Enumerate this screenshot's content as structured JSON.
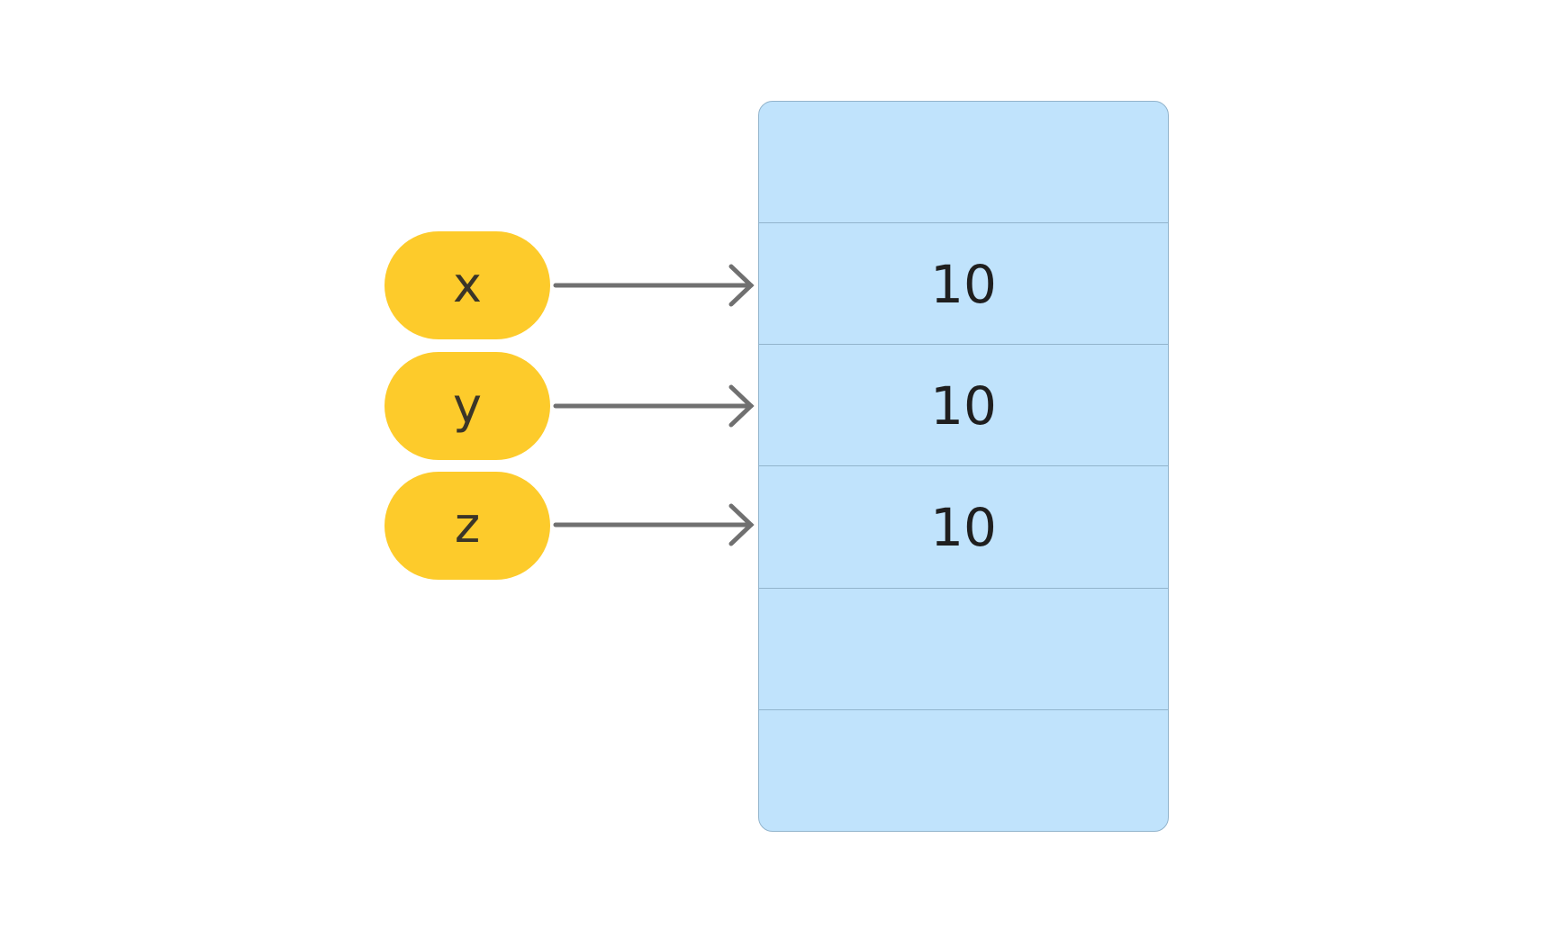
{
  "variables": [
    {
      "name": "x",
      "points_to_cell": 2
    },
    {
      "name": "y",
      "points_to_cell": 3
    },
    {
      "name": "z",
      "points_to_cell": 4
    }
  ],
  "memory_cells": [
    "",
    "10",
    "10",
    "10",
    "",
    ""
  ],
  "colors": {
    "variable_fill": "#fdcb2b",
    "memory_fill": "#c0e3fc",
    "memory_border": "#92b4cc",
    "arrow": "#707070"
  }
}
